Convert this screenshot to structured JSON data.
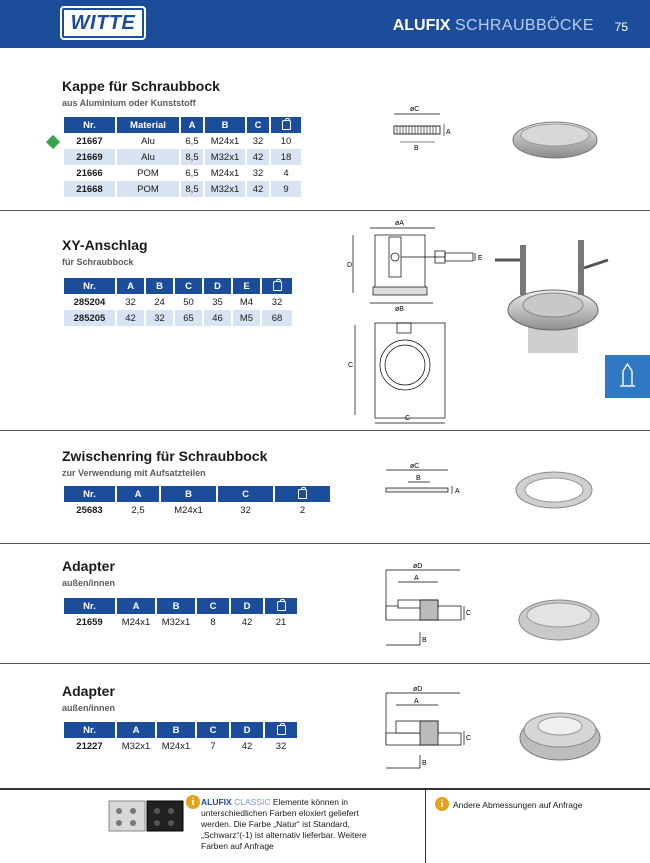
{
  "header": {
    "logo": "WITTE",
    "title_bold": "ALUFIX",
    "title_light": "SCHRAUBBÖCKE",
    "page_number": "75"
  },
  "sections": [
    {
      "title": "Kappe für Schraubbock",
      "subtitle": "aus Aluminium oder Kunststoff",
      "columns": [
        "Nr.",
        "Material",
        "A",
        "B",
        "C",
        "weight-icon"
      ],
      "rows": [
        [
          "21667",
          "Alu",
          "6,5",
          "M24x1",
          "32",
          "10"
        ],
        [
          "21669",
          "Alu",
          "8,5",
          "M32x1",
          "42",
          "18"
        ],
        [
          "21666",
          "POM",
          "6,5",
          "M24x1",
          "32",
          "4"
        ],
        [
          "21668",
          "POM",
          "8,5",
          "M32x1",
          "42",
          "9"
        ]
      ],
      "drawing_labels": [
        "øC",
        "A",
        "B"
      ]
    },
    {
      "title": "XY-Anschlag",
      "subtitle": "für Schraubbock",
      "columns": [
        "Nr.",
        "A",
        "B",
        "C",
        "D",
        "E",
        "weight-icon"
      ],
      "rows": [
        [
          "285204",
          "32",
          "24",
          "50",
          "35",
          "M4",
          "32"
        ],
        [
          "285205",
          "42",
          "32",
          "65",
          "46",
          "M5",
          "68"
        ]
      ],
      "drawing_labels": [
        "øA",
        "D",
        "E",
        "øB",
        "C",
        "C"
      ]
    },
    {
      "title": "Zwischenring für Schraubbock",
      "subtitle": "zur Verwendung mit Aufsatzteilen",
      "columns": [
        "Nr.",
        "A",
        "B",
        "C",
        "weight-icon"
      ],
      "rows": [
        [
          "25683",
          "2,5",
          "M24x1",
          "32",
          "2"
        ]
      ],
      "drawing_labels": [
        "øC",
        "B",
        "A"
      ]
    },
    {
      "title": "Adapter",
      "subtitle": "außen/innen",
      "columns": [
        "Nr.",
        "A",
        "B",
        "C",
        "D",
        "weight-icon"
      ],
      "rows": [
        [
          "21659",
          "M24x1",
          "M32x1",
          "8",
          "42",
          "21"
        ]
      ],
      "drawing_labels": [
        "øD",
        "A",
        "C",
        "B"
      ]
    },
    {
      "title": "Adapter",
      "subtitle": "außen/innen",
      "columns": [
        "Nr.",
        "A",
        "B",
        "C",
        "D",
        "weight-icon"
      ],
      "rows": [
        [
          "21227",
          "M32x1",
          "M24x1",
          "7",
          "42",
          "32"
        ]
      ],
      "drawing_labels": [
        "øD",
        "A",
        "C",
        "B"
      ]
    }
  ],
  "footer": {
    "left_brand": "ALUFIX",
    "left_brand_light": "CLASSIC",
    "left_text_1": "Elemente können in",
    "left_text_2": "unterschiedlichen Farben eloxiert geliefert",
    "left_text_3": "werden. Die Farbe „Natur“ ist Standard,",
    "left_text_4": "„Schwarz“(-1) ist alternativ lieferbar. Weitere",
    "left_text_5": "Farben auf Anfrage",
    "right_text": "Andere Abmessungen auf Anfrage",
    "info_glyph": "i"
  },
  "colors": {
    "brand_blue": "#1c4d9b",
    "row_alt": "#d8e3f4",
    "info_orange": "#e3a21a",
    "tab_blue": "#2e78c4"
  }
}
